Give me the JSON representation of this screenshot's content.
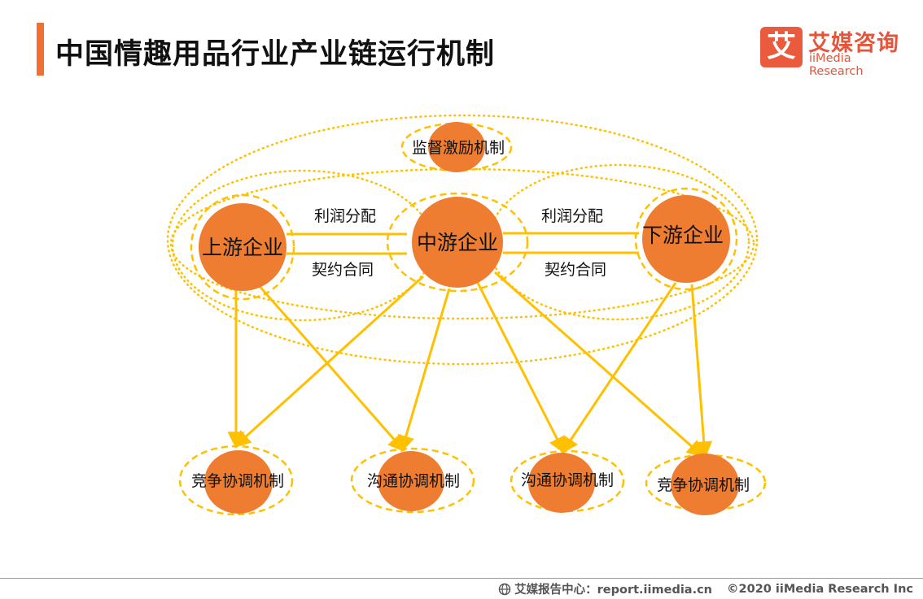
{
  "page_title": "中国情趣用品行业产业链运行机制",
  "logo": {
    "mark": "艾",
    "cn": "艾媒咨询",
    "en": "iiMedia Research"
  },
  "diagram": {
    "supervision": "监督激励机制",
    "upstream": "上游企业",
    "midstream": "中游企业",
    "downstream": "下游企业",
    "link_left_top": "利润分配",
    "link_left_bottom": "契约合同",
    "link_right_top": "利润分配",
    "link_right_bottom": "契约合同",
    "mech_1": "竞争协调机制",
    "mech_2": "沟通协调机制",
    "mech_3": "沟通协调机制",
    "mech_4": "竞争协调机制"
  },
  "footer": {
    "source": "艾媒报告中心：report.iimedia.cn",
    "copyright": "©2020  iiMedia Research  Inc"
  },
  "colors": {
    "accent": "#f07033",
    "node": "#ee7d31",
    "line": "#ffc000"
  }
}
